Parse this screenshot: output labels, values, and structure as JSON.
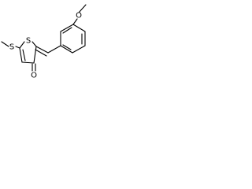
{
  "atoms": {
    "methoxy_oxygen": "O",
    "ring_sulfur": "S",
    "thioether_sulfur": "S",
    "carbonyl_oxygen": "O"
  }
}
